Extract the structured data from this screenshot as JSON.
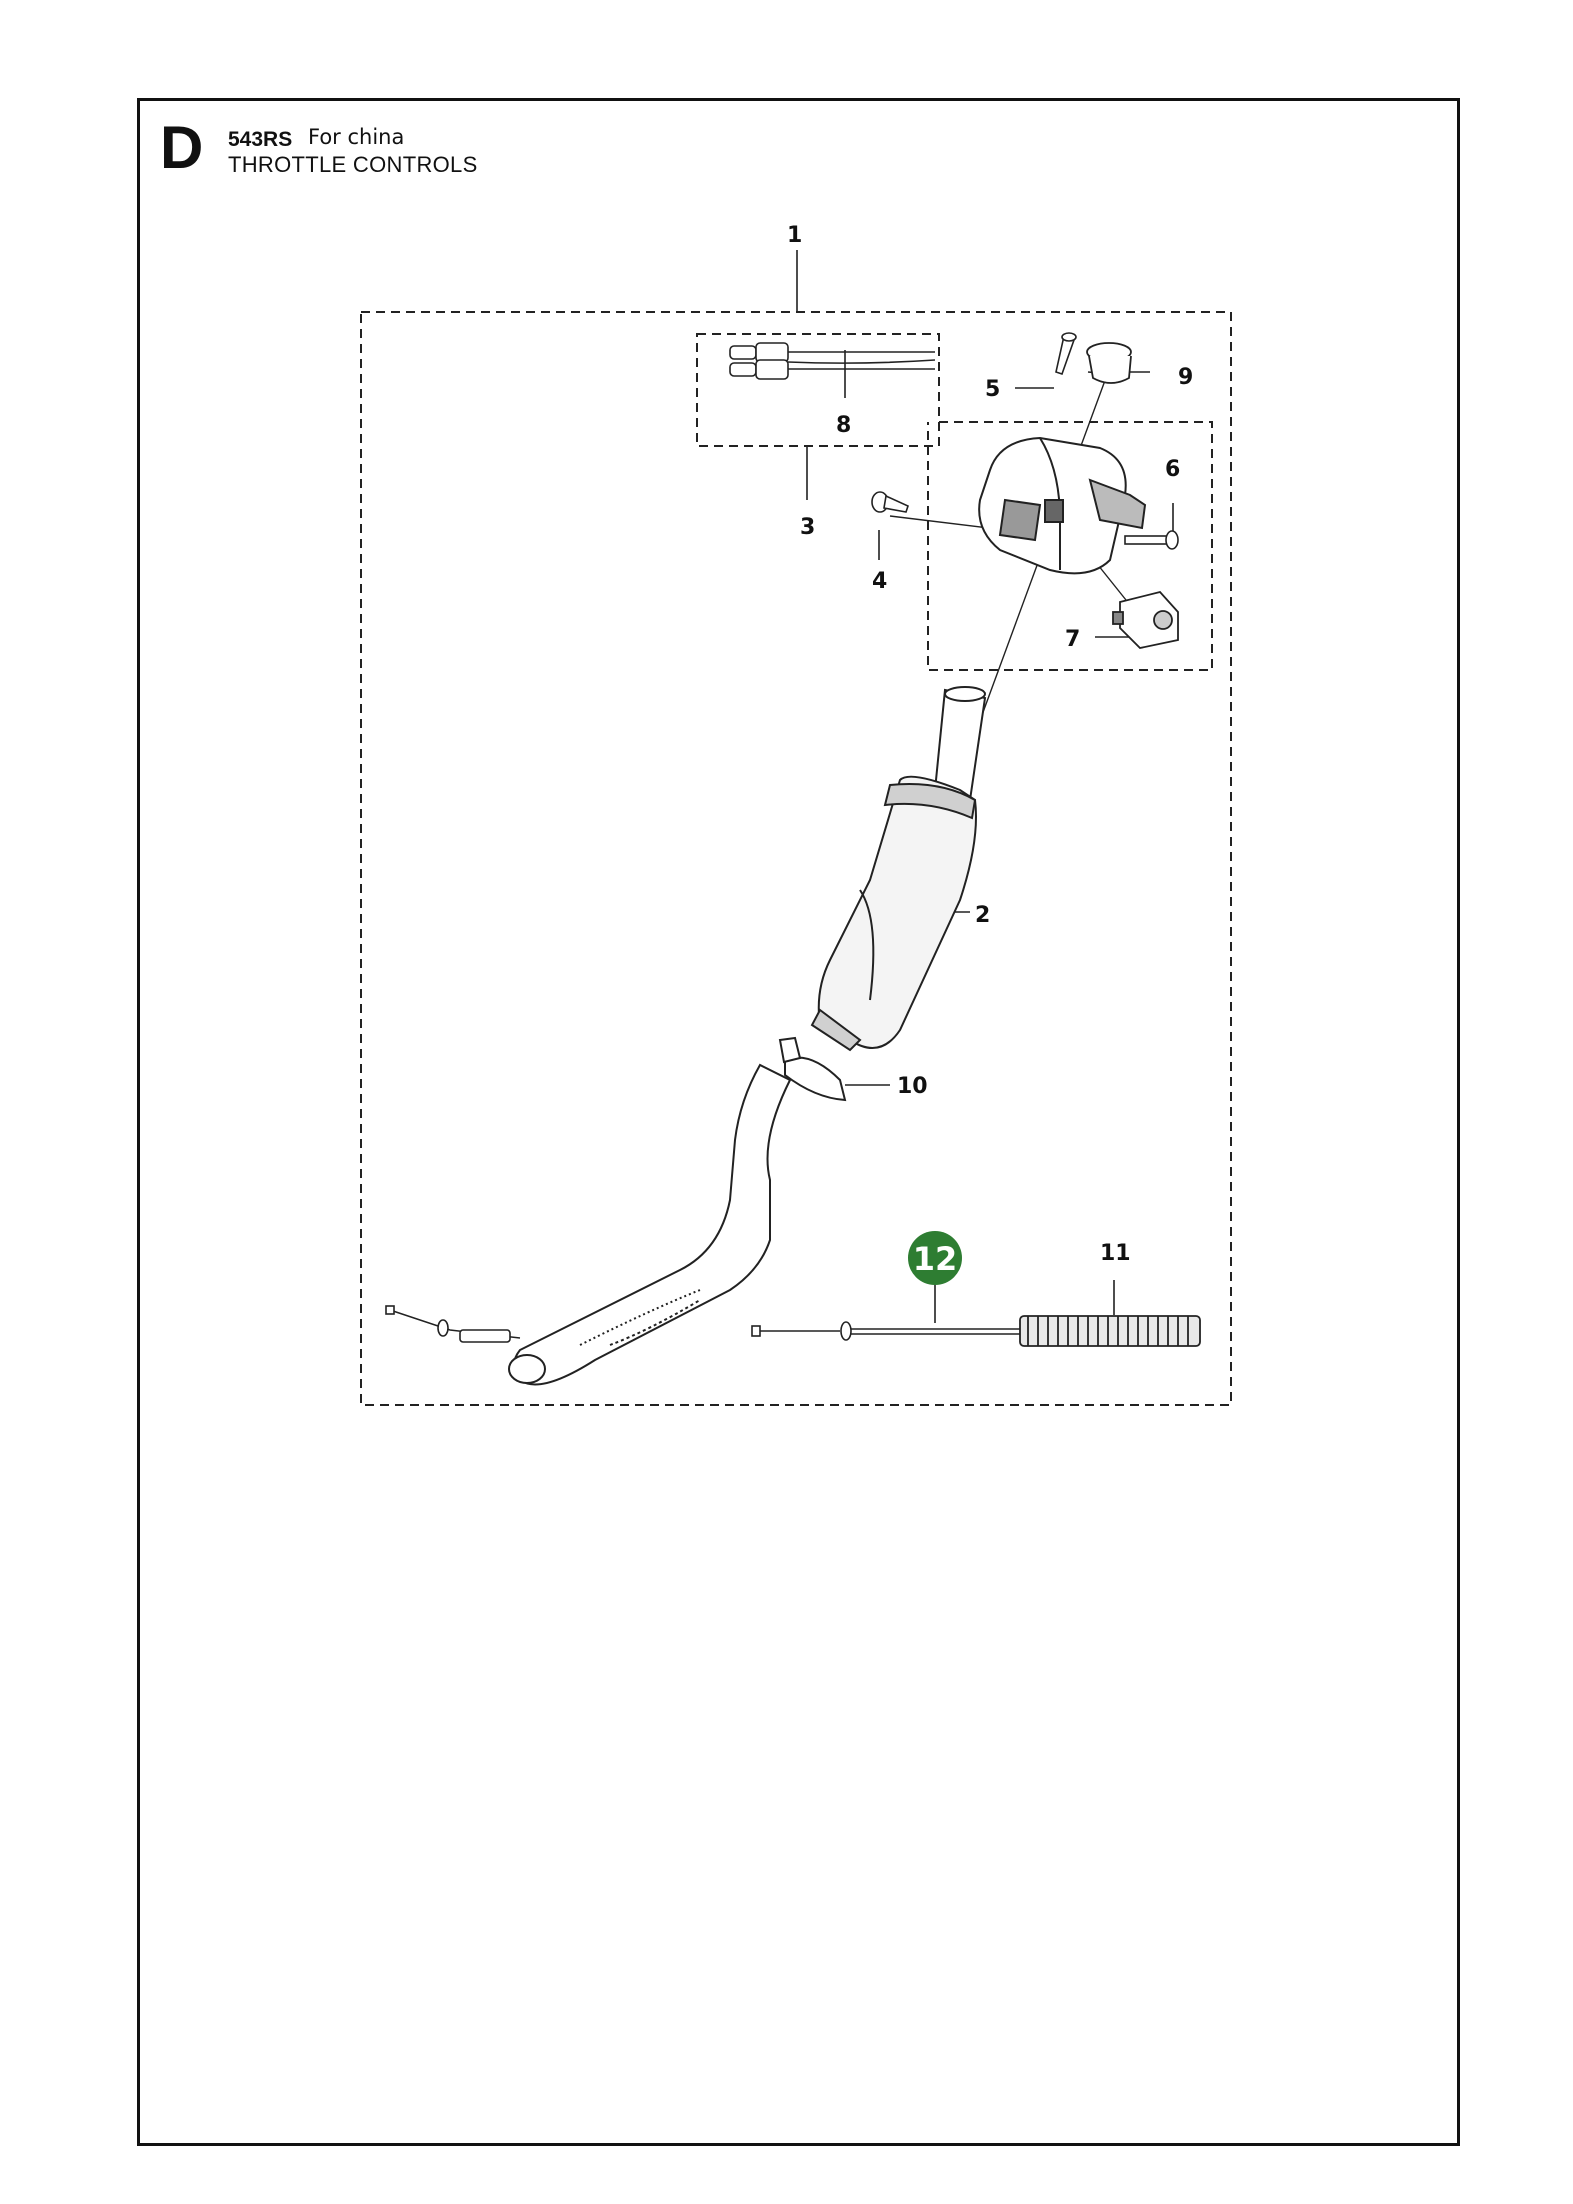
{
  "header": {
    "section": "D",
    "model": "543RS",
    "market": "For china",
    "title": "THROTTLE CONTROLS"
  },
  "callouts": [
    {
      "id": "1",
      "label": "1"
    },
    {
      "id": "2",
      "label": "2"
    },
    {
      "id": "3",
      "label": "3"
    },
    {
      "id": "4",
      "label": "4"
    },
    {
      "id": "5",
      "label": "5"
    },
    {
      "id": "6",
      "label": "6"
    },
    {
      "id": "7",
      "label": "7"
    },
    {
      "id": "8",
      "label": "8"
    },
    {
      "id": "9",
      "label": "9"
    },
    {
      "id": "10",
      "label": "10"
    },
    {
      "id": "11",
      "label": "11"
    },
    {
      "id": "12",
      "label": "12",
      "highlighted": true
    }
  ],
  "colors": {
    "highlight": "#2e7d32",
    "ink": "#111111"
  }
}
